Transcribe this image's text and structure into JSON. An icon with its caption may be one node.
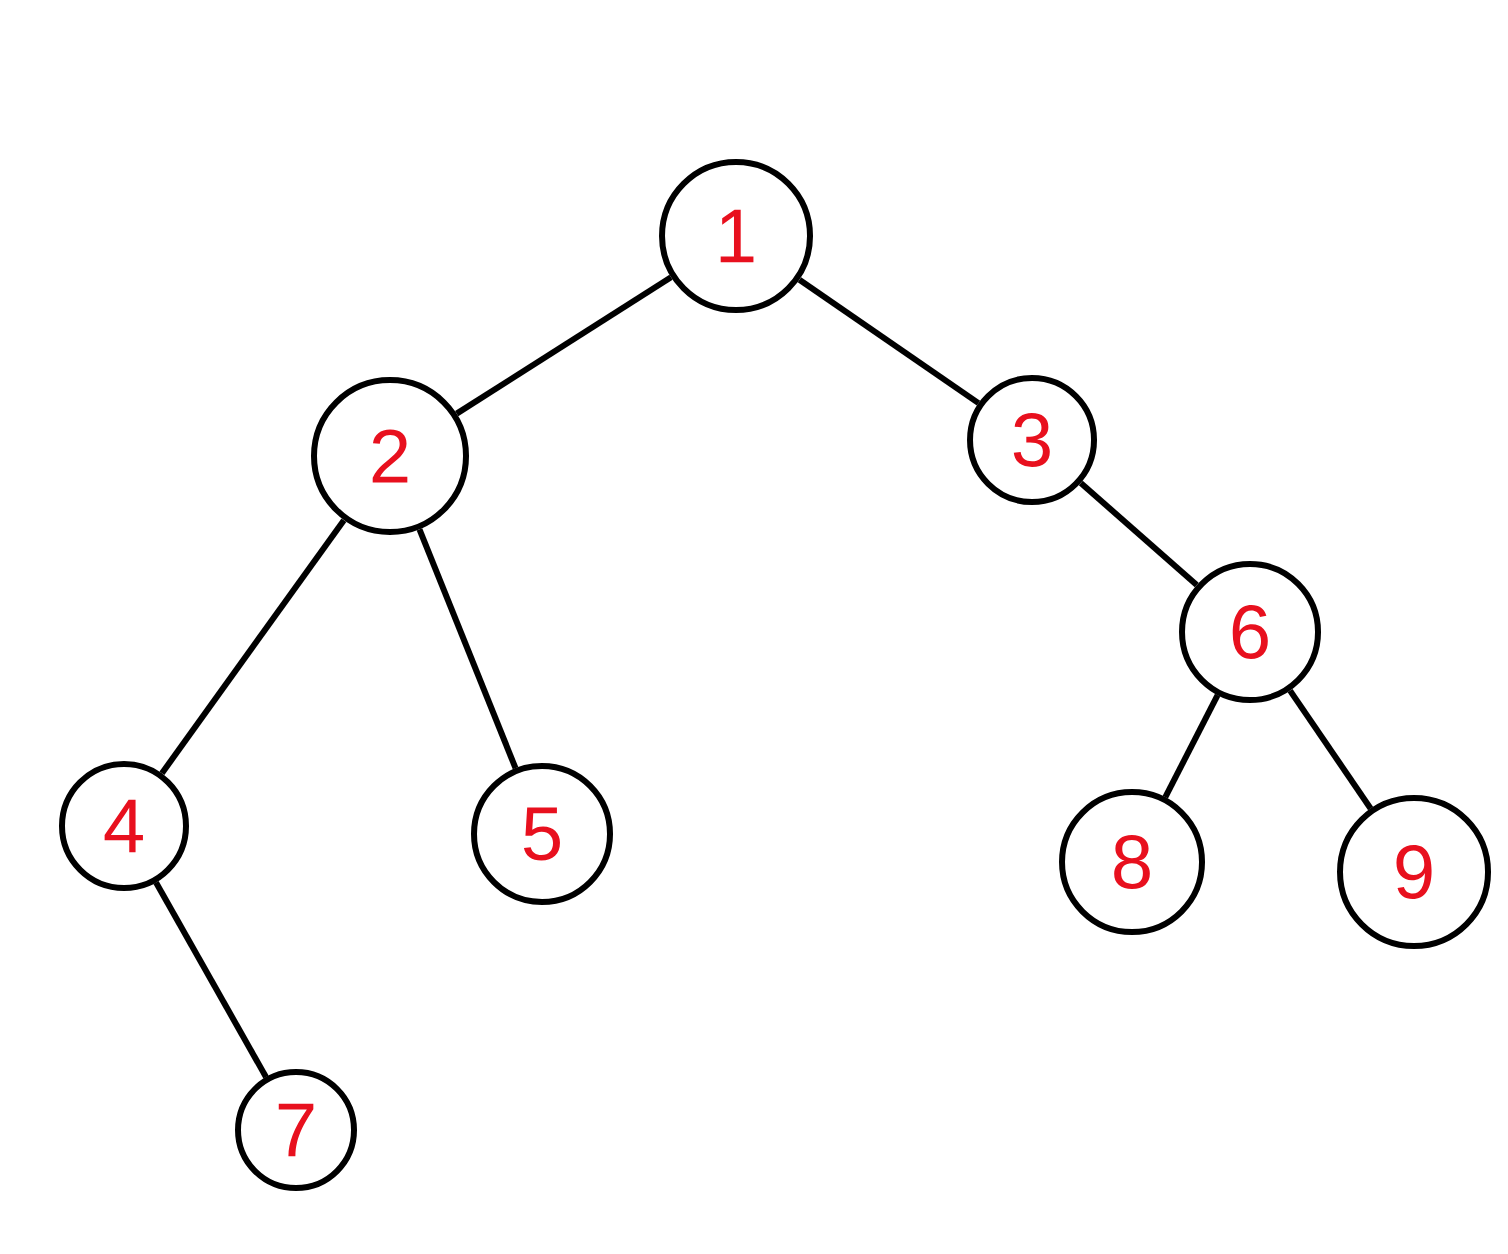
{
  "diagram": {
    "nodes": [
      {
        "text": [
          "1"
        ]
      },
      {
        "text": [
          "2"
        ]
      },
      {
        "text": [
          "3"
        ]
      },
      {
        "text": [
          "4"
        ]
      },
      {
        "text": [
          "5"
        ]
      },
      {
        "text": [
          "6"
        ]
      },
      {
        "text": [
          "7"
        ]
      },
      {
        "text": [
          "8"
        ]
      },
      {
        "text": [
          "9"
        ]
      }
    ],
    "edges": [
      {
        "from": 0,
        "to": 1,
        "arrow": "none"
      },
      {
        "from": 0,
        "to": 2,
        "arrow": "none"
      },
      {
        "from": 1,
        "to": 3,
        "arrow": "none"
      },
      {
        "from": 1,
        "to": 4,
        "arrow": "none"
      },
      {
        "from": 2,
        "to": 5,
        "arrow": "none"
      },
      {
        "from": 3,
        "to": 6,
        "arrow": "none"
      },
      {
        "from": 5,
        "to": 7,
        "arrow": "none"
      },
      {
        "from": 5,
        "to": 8,
        "arrow": "none"
      }
    ]
  }
}
